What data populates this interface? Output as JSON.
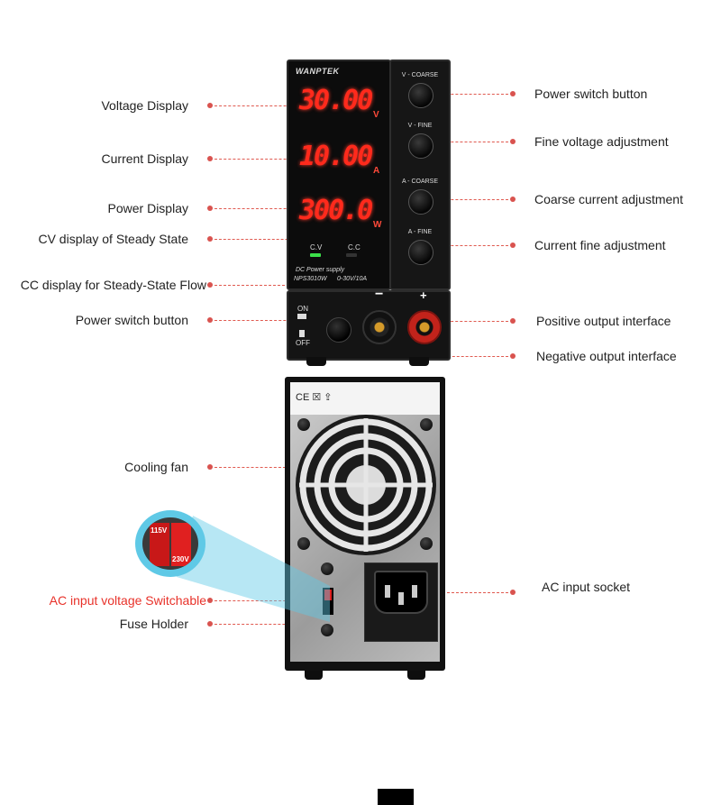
{
  "display": {
    "brand": "WANPTEK",
    "voltage": "30.00",
    "voltage_unit": "V",
    "current": "10.00",
    "current_unit": "A",
    "power": "300.0",
    "power_unit": "W",
    "cv_label": "C.V",
    "cc_label": "C.C",
    "plate_line1": "DC Power supply",
    "plate_model": "NPS3010W",
    "plate_range": "0-30V/10A"
  },
  "knobs": {
    "v_coarse": "V - COARSE",
    "v_fine": "V  -  FINE",
    "a_coarse": "A - COARSE",
    "a_fine": "A  -  FINE"
  },
  "bottom_panel": {
    "on_label": "ON",
    "off_label": "OFF",
    "neg_symbol": "−",
    "pos_symbol": "+"
  },
  "rear": {
    "marks": "CE  ☒  ⇪",
    "switch_115": "115V",
    "switch_230": "230V"
  },
  "callouts": {
    "left": [
      "Voltage Display",
      "Current Display",
      "Power Display",
      "CV display of Steady State",
      "CC display for Steady-State Flow",
      "Power switch button",
      "Cooling fan",
      "AC input voltage Switchable",
      "Fuse Holder"
    ],
    "right": [
      "Power switch button",
      "Fine voltage adjustment",
      "Coarse current adjustment",
      "Current fine adjustment",
      "Positive output interface",
      "Negative output interface",
      "AC input socket"
    ]
  },
  "colors": {
    "display_red": "#ff2a1c",
    "callout_dot": "#d9534f",
    "highlight_red": "#e8322a",
    "zoom_blue": "#5fc9e6"
  }
}
